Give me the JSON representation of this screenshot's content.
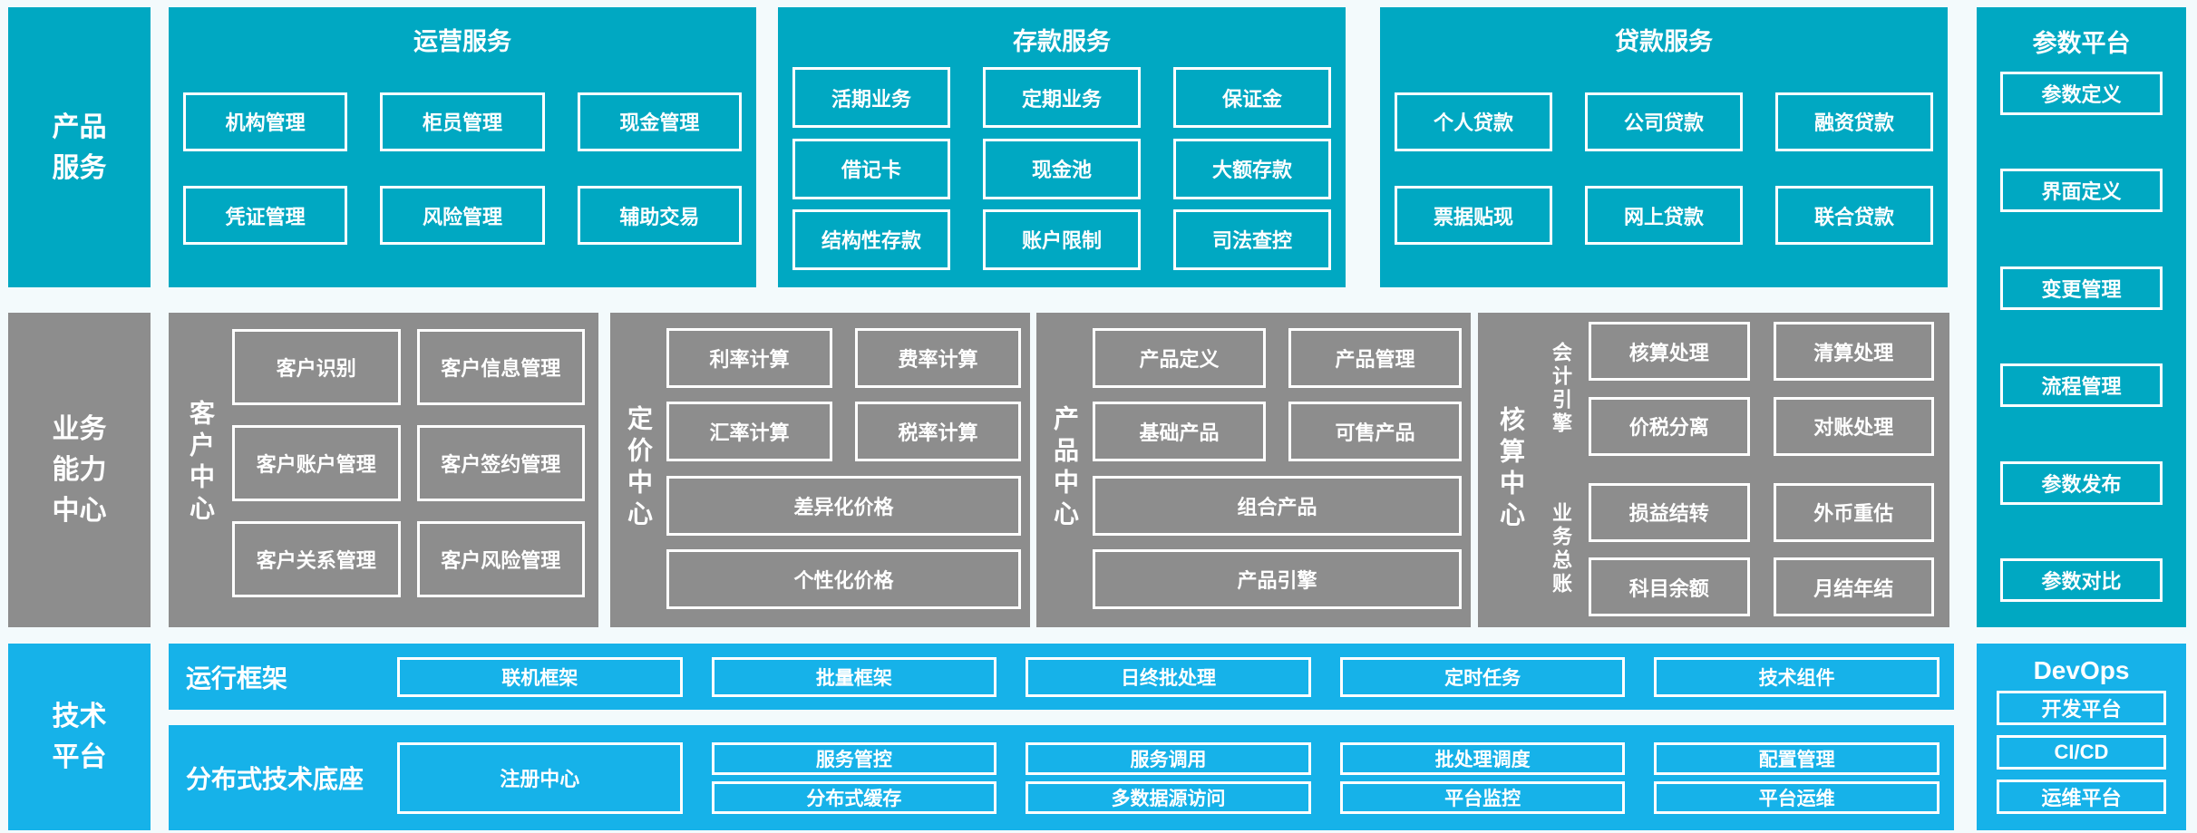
{
  "colors": {
    "teal": "#00a8c2",
    "gray": "#8d8d8d",
    "azure": "#16b2e9",
    "text": "#ffffff",
    "background": "#f3fafc"
  },
  "side_labels": {
    "products": "产品\n服务",
    "business": "业务\n能力\n中心",
    "tech": "技术\n平台"
  },
  "top_sections": [
    {
      "title": "运营服务",
      "rows": [
        [
          "机构管理",
          "柜员管理",
          "现金管理"
        ],
        [
          "凭证管理",
          "风险管理",
          "辅助交易"
        ]
      ]
    },
    {
      "title": "存款服务",
      "rows": [
        [
          "活期业务",
          "定期业务",
          "保证金"
        ],
        [
          "借记卡",
          "现金池",
          "大额存款"
        ],
        [
          "结构性存款",
          "账户限制",
          "司法查控"
        ]
      ]
    },
    {
      "title": "贷款服务",
      "rows": [
        [
          "个人贷款",
          "公司贷款",
          "融资贷款"
        ],
        [
          "票据贴现",
          "网上贷款",
          "联合贷款"
        ]
      ]
    }
  ],
  "param_platform": {
    "title": "参数平台",
    "items": [
      "参数定义",
      "界面定义",
      "变更管理",
      "流程管理",
      "参数发布",
      "参数对比"
    ]
  },
  "capability_sections": {
    "customer": {
      "label": "客户中心",
      "rows": [
        [
          "客户识别",
          "客户信息管理"
        ],
        [
          "客户账户管理",
          "客户签约管理"
        ],
        [
          "客户关系管理",
          "客户风险管理"
        ]
      ]
    },
    "pricing": {
      "label": "定价中心",
      "rows": [
        [
          "利率计算",
          "费率计算"
        ],
        [
          "汇率计算",
          "税率计算"
        ]
      ],
      "wide_rows": [
        "差异化价格",
        "个性化价格"
      ]
    },
    "product": {
      "label": "产品中心",
      "rows": [
        [
          "产品定义",
          "产品管理"
        ],
        [
          "基础产品",
          "可售产品"
        ]
      ],
      "wide_rows": [
        "组合产品",
        "产品引擎"
      ]
    },
    "accounting": {
      "label": "核算中心",
      "groups": [
        {
          "label": "会计引擎",
          "rows": [
            [
              "核算处理",
              "清算处理"
            ],
            [
              "价税分离",
              "对账处理"
            ]
          ]
        },
        {
          "label": "业务总账",
          "rows": [
            [
              "损益结转",
              "外币重估"
            ],
            [
              "科目余额",
              "月结年结"
            ]
          ]
        }
      ]
    }
  },
  "tech_platform": {
    "runtime": {
      "label": "运行框架",
      "boxes": [
        "联机框架",
        "批量框架",
        "日终批处理",
        "定时任务",
        "技术组件"
      ]
    },
    "distributed": {
      "label": "分布式技术底座",
      "registry": "注册中心",
      "columns": [
        [
          "服务管控",
          "分布式缓存"
        ],
        [
          "服务调用",
          "多数据源访问"
        ],
        [
          "批处理调度",
          "平台监控"
        ],
        [
          "配置管理",
          "平台运维"
        ]
      ]
    }
  },
  "devops": {
    "title": "DevOps",
    "items": [
      "开发平台",
      "CI/CD",
      "运维平台"
    ]
  }
}
